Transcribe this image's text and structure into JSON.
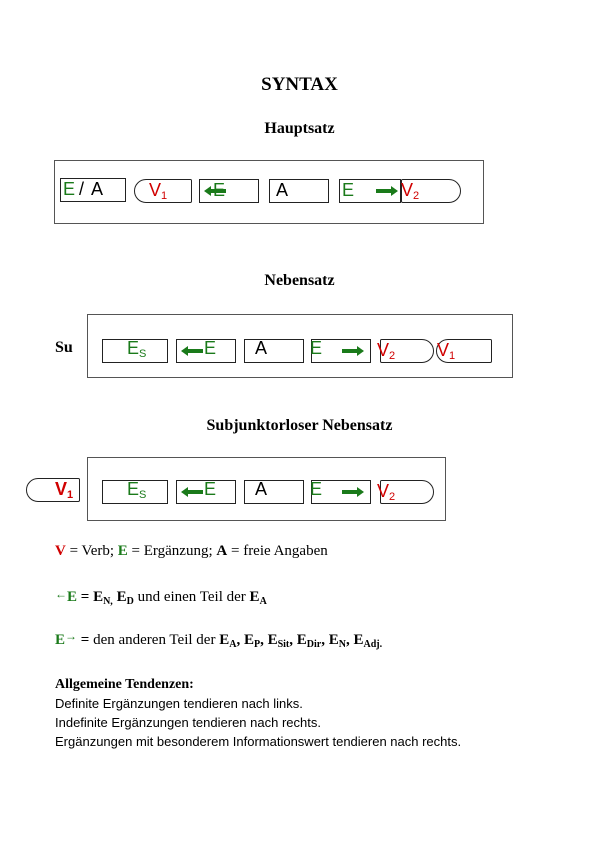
{
  "title": "SYNTAX",
  "sections": {
    "hauptsatz": "Hauptsatz",
    "nebensatz": "Nebensatz",
    "subjunktorlos": "Subjunktorloser Nebensatz"
  },
  "su_label": "Su",
  "glyphs": {
    "E": "E",
    "A": "A",
    "V": "V",
    "slash": "/",
    "s": "S",
    "one": "1",
    "two": "2"
  },
  "legend": {
    "line1": {
      "v": "V",
      "v_text": " = Verb; ",
      "e": "E",
      "e_text": " = Ergänzung; ",
      "a": "A",
      "a_text": " = freie Angaben"
    },
    "line2": {
      "arrow": "←",
      "e": "E",
      "eq": " = E",
      "n": "N,",
      "sp": " E",
      "d": "D",
      "rest": " und einen Teil der ",
      "ea": "E",
      "a": "A"
    },
    "line3": {
      "e": "E",
      "arrow": "→",
      "eq": " = ",
      "text": " den anderen Teil der ",
      "items": [
        {
          "b": "E",
          "s": "A",
          "sep": ", "
        },
        {
          "b": "E",
          "s": "P",
          "sep": ", "
        },
        {
          "b": "E",
          "s": "Sit",
          "sep": ", "
        },
        {
          "b": "E",
          "s": "Dir",
          "sep": ", "
        },
        {
          "b": "E",
          "s": "N",
          "sep": ", "
        },
        {
          "b": "E",
          "s": "Adj.",
          "sep": ""
        }
      ]
    }
  },
  "tendencies": {
    "heading": "Allgemeine Tendenzen:",
    "lines": [
      "Definite Ergänzungen tendieren nach links.",
      "Indefinite Ergänzungen tendieren nach rechts.",
      "Ergänzungen mit besonderem Informationswert tendieren nach rechts."
    ]
  },
  "colors": {
    "green": "#1a7a1a",
    "red": "#d00000"
  }
}
